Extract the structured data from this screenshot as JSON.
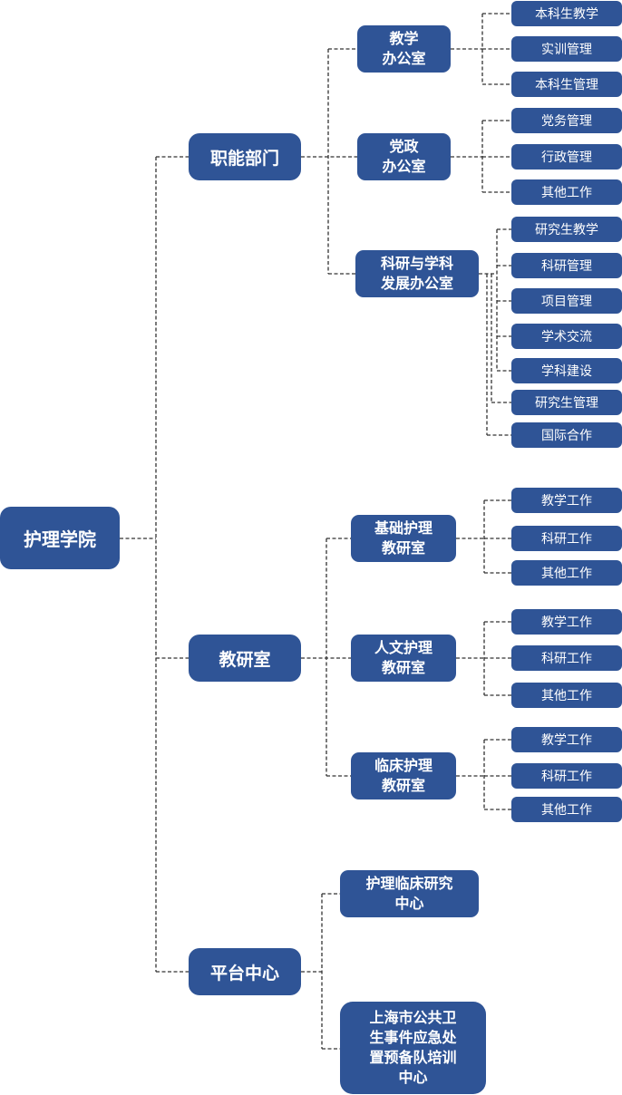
{
  "root": "护理学院",
  "level1": {
    "functional": "职能部门",
    "research_rooms": "教研室",
    "platform": "平台中心"
  },
  "level2": {
    "teaching_office": "教学\n办公室",
    "party_office": "党政\n办公室",
    "research_office": "科研与学科\n发展办公室",
    "basic_nursing": "基础护理\n教研室",
    "humanistic_nursing": "人文护理\n教研室",
    "clinical_nursing": "临床护理\n教研室",
    "clinical_research_center": "护理临床研究\n中心",
    "emergency_center": "上海市公共卫\n生事件应急处\n置预备队培训\n中心"
  },
  "level3": {
    "teaching_office": [
      "本科生教学",
      "实训管理",
      "本科生管理"
    ],
    "party_office": [
      "党务管理",
      "行政管理",
      "其他工作"
    ],
    "research_office": [
      "研究生教学",
      "科研管理",
      "项目管理",
      "学术交流",
      "学科建设",
      "研究生管理",
      "国际合作"
    ],
    "basic_nursing": [
      "教学工作",
      "科研工作",
      "其他工作"
    ],
    "humanistic_nursing": [
      "教学工作",
      "科研工作",
      "其他工作"
    ],
    "clinical_nursing": [
      "教学工作",
      "科研工作",
      "其他工作"
    ]
  },
  "colors": {
    "box": "#2f5496",
    "text": "#ffffff",
    "connector": "#333333"
  }
}
